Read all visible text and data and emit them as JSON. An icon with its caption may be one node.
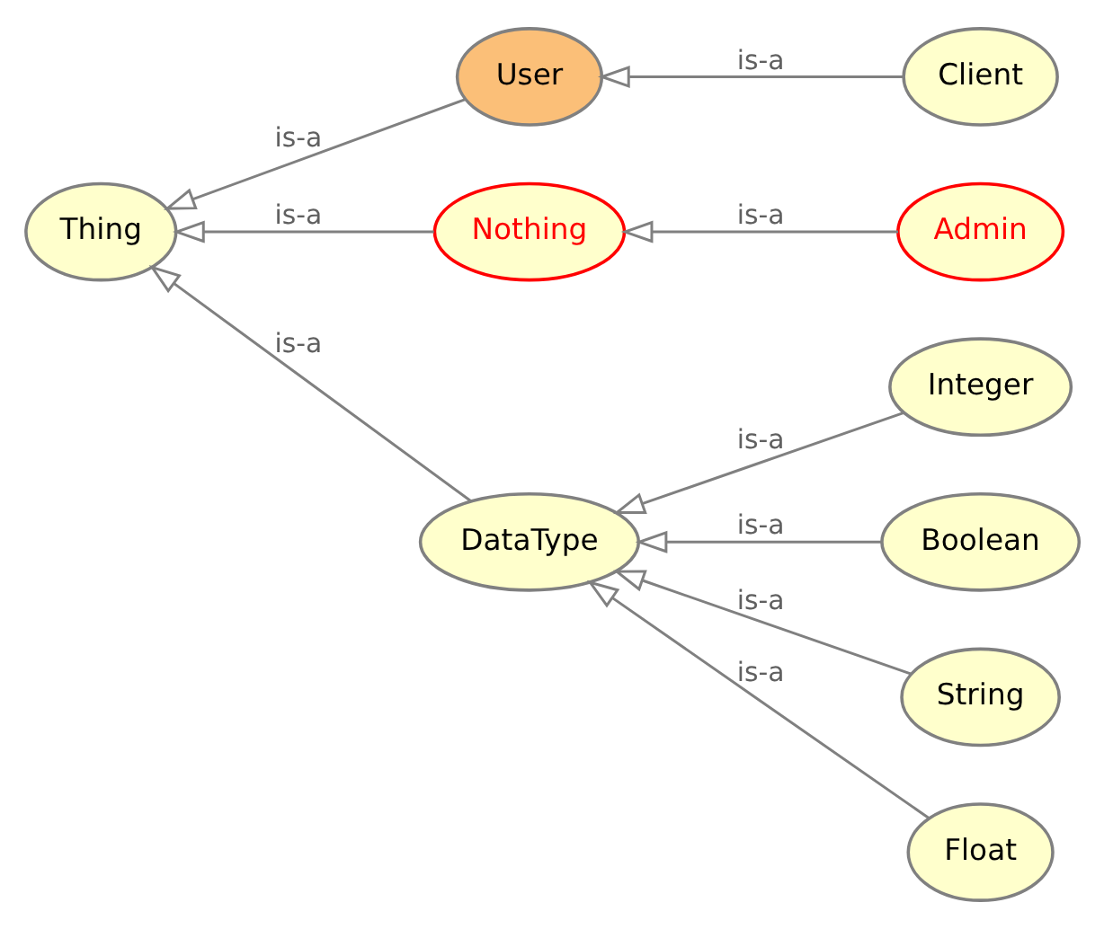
{
  "diagram": {
    "nodes": [
      {
        "text": [
          "Thing"
        ]
      },
      {
        "text": [
          "User"
        ]
      },
      {
        "text": [
          "Client"
        ]
      },
      {
        "text": [
          "Nothing"
        ]
      },
      {
        "text": [
          "Admin"
        ]
      },
      {
        "text": [
          "DataType"
        ]
      },
      {
        "text": [
          "Integer"
        ]
      },
      {
        "text": [
          "Boolean"
        ]
      },
      {
        "text": [
          "String"
        ]
      },
      {
        "text": [
          "Float"
        ]
      }
    ],
    "edges": [
      {
        "from": 1,
        "to": 0,
        "arrow": "to",
        "label": "is-a"
      },
      {
        "from": 3,
        "to": 0,
        "arrow": "to",
        "label": "is-a"
      },
      {
        "from": 5,
        "to": 0,
        "arrow": "to",
        "label": "is-a"
      },
      {
        "from": 2,
        "to": 1,
        "arrow": "to",
        "label": "is-a"
      },
      {
        "from": 4,
        "to": 3,
        "arrow": "to",
        "label": "is-a"
      },
      {
        "from": 6,
        "to": 5,
        "arrow": "to",
        "label": "is-a"
      },
      {
        "from": 7,
        "to": 5,
        "arrow": "to",
        "label": "is-a"
      },
      {
        "from": 8,
        "to": 5,
        "arrow": "to",
        "label": "is-a"
      },
      {
        "from": 9,
        "to": 5,
        "arrow": "to",
        "label": "is-a"
      }
    ]
  }
}
